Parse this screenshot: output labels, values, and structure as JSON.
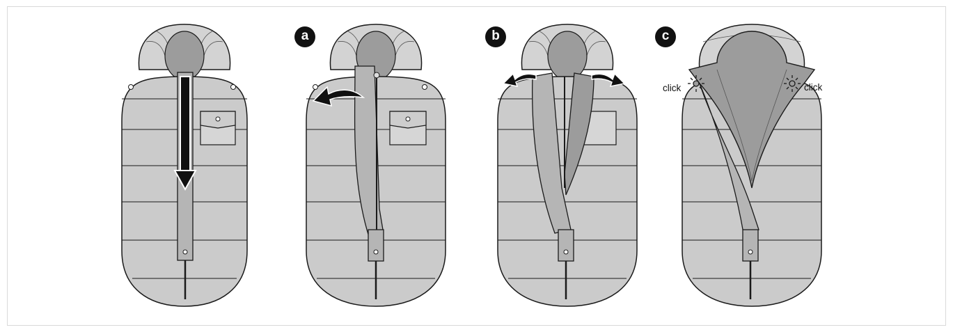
{
  "steps": [
    {
      "id": "start",
      "badge": ""
    },
    {
      "id": "a",
      "badge": "a"
    },
    {
      "id": "b",
      "badge": "b"
    },
    {
      "id": "c",
      "badge": "c"
    }
  ],
  "annotations": {
    "click_left": "click",
    "click_right": "click"
  },
  "colors": {
    "bag_fill": "#cbcbcb",
    "hood_fill": "#d3d3d3",
    "inner_fill": "#9c9c9c",
    "outline": "#1a1a1a",
    "badge": "#111111"
  }
}
